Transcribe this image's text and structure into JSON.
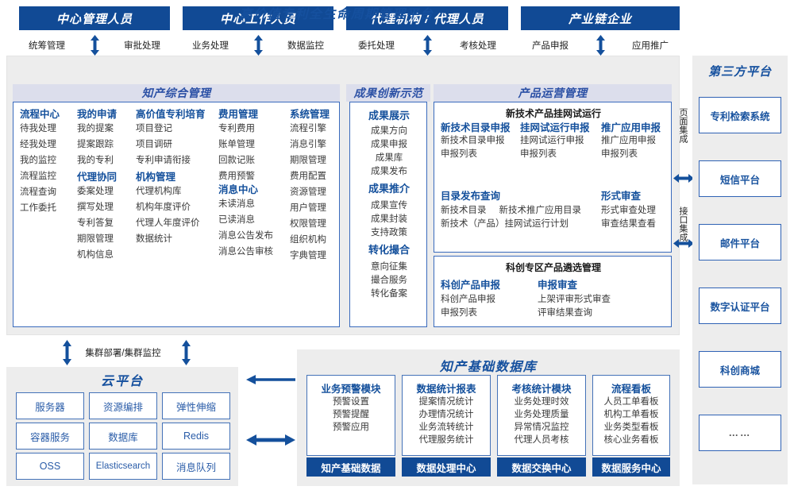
{
  "actors": [
    {
      "title": "中心管理人员",
      "left": "统筹管理",
      "right": "审批处理"
    },
    {
      "title": "中心工作人员",
      "left": "业务处理",
      "right": "数据监控"
    },
    {
      "title": "代理机构 / 代理人员",
      "left": "委托处理",
      "right": "考核处理"
    },
    {
      "title": "产业链企业",
      "left": "产品申报",
      "right": "应用推广"
    }
  ],
  "platform": {
    "title": "高价值专利全生命周期管理平台",
    "groups": {
      "ip": {
        "title": "知产综合管理",
        "columns": [
          {
            "sections": [
              {
                "head": "流程中心",
                "items": [
                  "待我处理",
                  "经我处理",
                  "我的监控",
                  "流程监控",
                  "流程查询",
                  "工作委托"
                ]
              }
            ]
          },
          {
            "sections": [
              {
                "head": "我的申请",
                "items": [
                  "我的提案",
                  "提案跟踪",
                  "我的专利"
                ]
              },
              {
                "head": "代理协同",
                "items": [
                  "委案处理",
                  "撰写处理",
                  "专利答复",
                  "期限管理",
                  "机构信息"
                ]
              }
            ]
          },
          {
            "sections": [
              {
                "head": "高价值专利培育",
                "items": [
                  "项目登记",
                  "项目调研",
                  "专利申请衔接"
                ]
              },
              {
                "head": "机构管理",
                "items": [
                  "代理机构库",
                  "机构年度评价",
                  "代理人年度评价",
                  "数据统计"
                ]
              }
            ]
          },
          {
            "sections": [
              {
                "head": "费用管理",
                "items": [
                  "专利费用",
                  "账单管理",
                  "回款记账",
                  "费用预警"
                ]
              },
              {
                "head": "消息中心",
                "items": [
                  "未读消息",
                  "已读消息",
                  "消息公告发布",
                  "消息公告审核"
                ]
              }
            ]
          },
          {
            "sections": [
              {
                "head": "系统管理",
                "items": [
                  "流程引擎",
                  "消息引擎",
                  "期限管理",
                  "费用配置",
                  "资源管理",
                  "用户管理",
                  "权限管理",
                  "组织机构",
                  "字典管理"
                ]
              }
            ]
          }
        ]
      },
      "achievement": {
        "title": "成果创新示范",
        "sections": [
          {
            "head": "成果展示",
            "items": [
              "成果方向",
              "成果申报",
              "成果库",
              "成果发布"
            ]
          },
          {
            "head": "成果推介",
            "items": [
              "成果宣传",
              "成果封装",
              "支持政策"
            ]
          },
          {
            "head": "转化撮合",
            "items": [
              "意向征集",
              "撮合服务",
              "转化备案"
            ]
          }
        ]
      },
      "product": {
        "title": "产品运营管理",
        "panel_a": {
          "title": "新技术产品挂网试运行",
          "columns": [
            {
              "head": "新技术目录申报",
              "items": [
                "新技术目录申报",
                "申报列表"
              ]
            },
            {
              "head": "挂网试运行申报",
              "items": [
                "挂网试运行申报",
                "申报列表"
              ]
            },
            {
              "head": "推广应用申报",
              "items": [
                "推广应用申报",
                "申报列表"
              ]
            }
          ],
          "row2_left": {
            "head": "目录发布查询",
            "line1a": "新技术目录",
            "line1b": "新技术推广应用目录",
            "line2": "新技术（产品）挂网试运行计划"
          },
          "row2_right": {
            "head": "形式审查",
            "items": [
              "形式审查处理",
              "审查结果查看"
            ]
          }
        },
        "panel_b": {
          "title": "科创专区产品遴选管理",
          "columns": [
            {
              "head": "科创产品申报",
              "items": [
                "科创产品申报",
                "申报列表"
              ]
            },
            {
              "head": "申报审查",
              "items": [
                "上架评审形式审查",
                "评审结果查询"
              ]
            }
          ]
        }
      }
    }
  },
  "integration": {
    "page_label": "页面集成",
    "api_label": "接口集成"
  },
  "third_party": {
    "title": "第三方平台",
    "items": [
      "专利检索系统",
      "短信平台",
      "邮件平台",
      "数字认证平台",
      "科创商城",
      "……"
    ]
  },
  "cloud": {
    "cluster_label": "集群部署/集群监控",
    "title": "云平台",
    "cells": [
      "服务器",
      "资源编排",
      "弹性伸缩",
      "容器服务",
      "数据库",
      "Redis",
      "OSS",
      "Elasticsearch",
      "消息队列"
    ]
  },
  "database": {
    "title": "知产基础数据库",
    "columns": [
      {
        "head": "业务预警模块",
        "items": [
          "预警设置",
          "预警提醒",
          "预警应用"
        ],
        "foot": "知产基础数据"
      },
      {
        "head": "数据统计报表",
        "items": [
          "提案情况统计",
          "办理情况统计",
          "业务流转统计",
          "代理服务统计"
        ],
        "foot": "数据处理中心"
      },
      {
        "head": "考核统计模块",
        "items": [
          "业务处理时效",
          "业务处理质量",
          "异常情况监控",
          "代理人员考核"
        ],
        "foot": "数据交换中心"
      },
      {
        "head": "流程看板",
        "items": [
          "人员工单看板",
          "机构工单看板",
          "业务类型看板",
          "核心业务看板"
        ],
        "foot": "数据服务中心"
      }
    ]
  },
  "colors": {
    "brand_dark": "#114a95",
    "brand": "#15509e",
    "panel_head": "#dcdeec",
    "surface": "#ededed",
    "border": "#3a6bbd"
  }
}
